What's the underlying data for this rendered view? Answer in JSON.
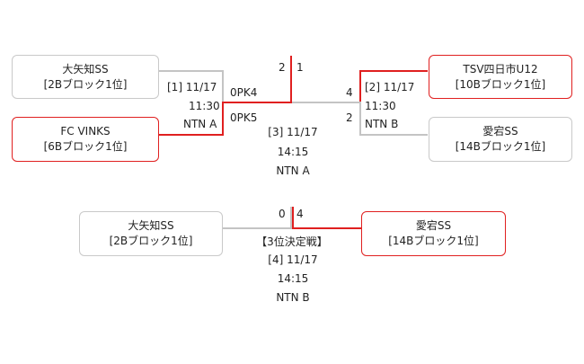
{
  "teams": {
    "ooyachi": {
      "name": "大矢知SS",
      "block": "[2Bブロック1位]"
    },
    "fcvinks": {
      "name": "FC VINKS",
      "block": "[6Bブロック1位]"
    },
    "tsv": {
      "name": "TSV四日市U12",
      "block": "[10Bブロック1位]"
    },
    "atago": {
      "name": "愛宕SS",
      "block": "[14Bブロック1位]"
    }
  },
  "match1": {
    "id": "[1] 11/17",
    "time": "11:30",
    "venue": "NTN A",
    "score_top": "0PK4",
    "score_bottom": "0PK5"
  },
  "match2": {
    "id": "[2] 11/17",
    "time": "11:30",
    "venue": "NTN B",
    "score_top": "4",
    "score_bottom": "2"
  },
  "final": {
    "id": "[3] 11/17",
    "time": "14:15",
    "venue": "NTN A",
    "score_left": "2",
    "score_right": "1"
  },
  "third_place": {
    "label": "【3位決定戦】",
    "id": "[4] 11/17",
    "time": "14:15",
    "venue": "NTN B",
    "score_left": "0",
    "score_right": "4"
  }
}
